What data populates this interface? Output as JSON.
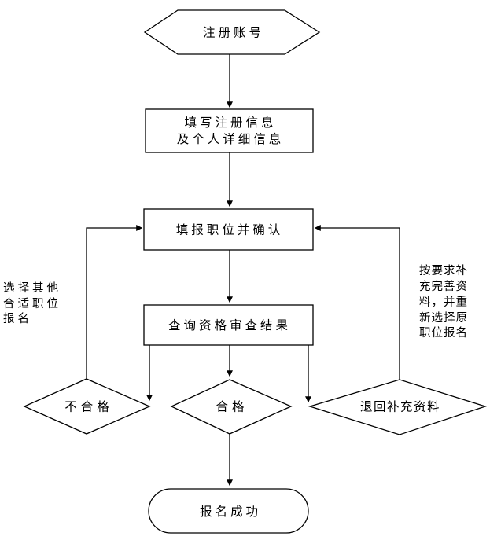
{
  "diagram": {
    "type": "flowchart",
    "colors": {
      "background": "#ffffff",
      "stroke": "#000000",
      "text": "#000000"
    },
    "nodes": {
      "start": {
        "type": "hexagon",
        "label": "注册账号"
      },
      "fill_registration": {
        "type": "process",
        "lines": [
          "填写注册信息",
          "及个人详细信息"
        ]
      },
      "apply_position": {
        "type": "process",
        "label": "填报职位并确认"
      },
      "query_review": {
        "type": "process",
        "label": "查询资格审查结果"
      },
      "unqualified": {
        "type": "decision",
        "label": "不合格"
      },
      "qualified": {
        "type": "decision",
        "label": "合格"
      },
      "returned_supplement": {
        "type": "decision",
        "label": "退回补充资料"
      },
      "success": {
        "type": "terminator",
        "label": "报名成功"
      }
    },
    "notes": {
      "left": {
        "lines": [
          "选择其他",
          "合适职位",
          "报名"
        ]
      },
      "right": {
        "lines": [
          "按要求补",
          "充完善资",
          "料，并重",
          "新选择原",
          "职位报名"
        ]
      }
    }
  }
}
